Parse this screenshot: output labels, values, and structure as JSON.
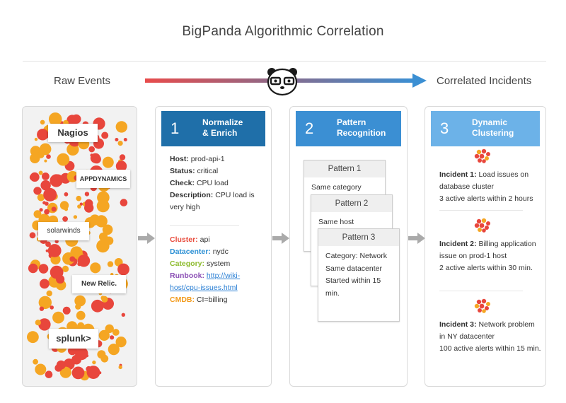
{
  "title": "BigPanda Algorithmic Correlation",
  "header": {
    "left_label": "Raw Events",
    "right_label": "Correlated Incidents"
  },
  "colors": {
    "gradient_start": "#e84b4b",
    "gradient_end": "#3b8fd3",
    "bar1": "#1f6fa9",
    "bar2": "#3b8fd3",
    "bar3": "#6cb2e8",
    "dot_red": "#e8463c",
    "dot_orange": "#f5a623"
  },
  "sources": [
    "Nagios",
    "APPDYNAMICS",
    "solarwinds",
    "New Relic.",
    "splunk>"
  ],
  "step1": {
    "number": "1",
    "title_line1": "Normalize",
    "title_line2": "& Enrich",
    "host_label": "Host:",
    "host_value": "prod-api-1",
    "status_label": "Status:",
    "status_value": "critical",
    "check_label": "Check:",
    "check_value": "CPU load",
    "desc_label": "Description:",
    "desc_value": "CPU load is very high",
    "cluster_label": "Cluster:",
    "cluster_value": "api",
    "datacenter_label": "Datacenter:",
    "datacenter_value": "nydc",
    "category_label": "Category:",
    "category_value": "system",
    "runbook_label": "Runbook:",
    "runbook_value": "http://wiki-host/cpu-issues.html",
    "cmdb_label": "CMDB:",
    "cmdb_value": "CI=billing",
    "colors": {
      "cluster": "#e84b3c",
      "datacenter": "#2a8fd4",
      "category": "#8dbb2e",
      "runbook": "#8b4fb5",
      "cmdb": "#f29b1d"
    }
  },
  "step2": {
    "number": "2",
    "title_line1": "Pattern",
    "title_line2": "Recognition",
    "patterns": [
      {
        "name": "Pattern 1",
        "lines": [
          "Same category"
        ]
      },
      {
        "name": "Pattern 2",
        "lines": [
          "Same host"
        ]
      },
      {
        "name": "Pattern 3",
        "lines": [
          "Category: Network",
          "Same datacenter",
          "Started within 15 min."
        ]
      }
    ]
  },
  "step3": {
    "number": "3",
    "title_line1": "Dynamic",
    "title_line2": "Clustering",
    "incidents": [
      {
        "label": "Incident 1:",
        "text": "Load issues on database cluster",
        "alerts": "3 active alerts within 2 hours"
      },
      {
        "label": "Incident 2:",
        "text": "Billing application issue on prod-1 host",
        "alerts": "2 active alerts within 30 min."
      },
      {
        "label": "Incident 3:",
        "text": "Network problem in NY datacenter",
        "alerts": "100 active alerts within 15 min."
      }
    ]
  }
}
